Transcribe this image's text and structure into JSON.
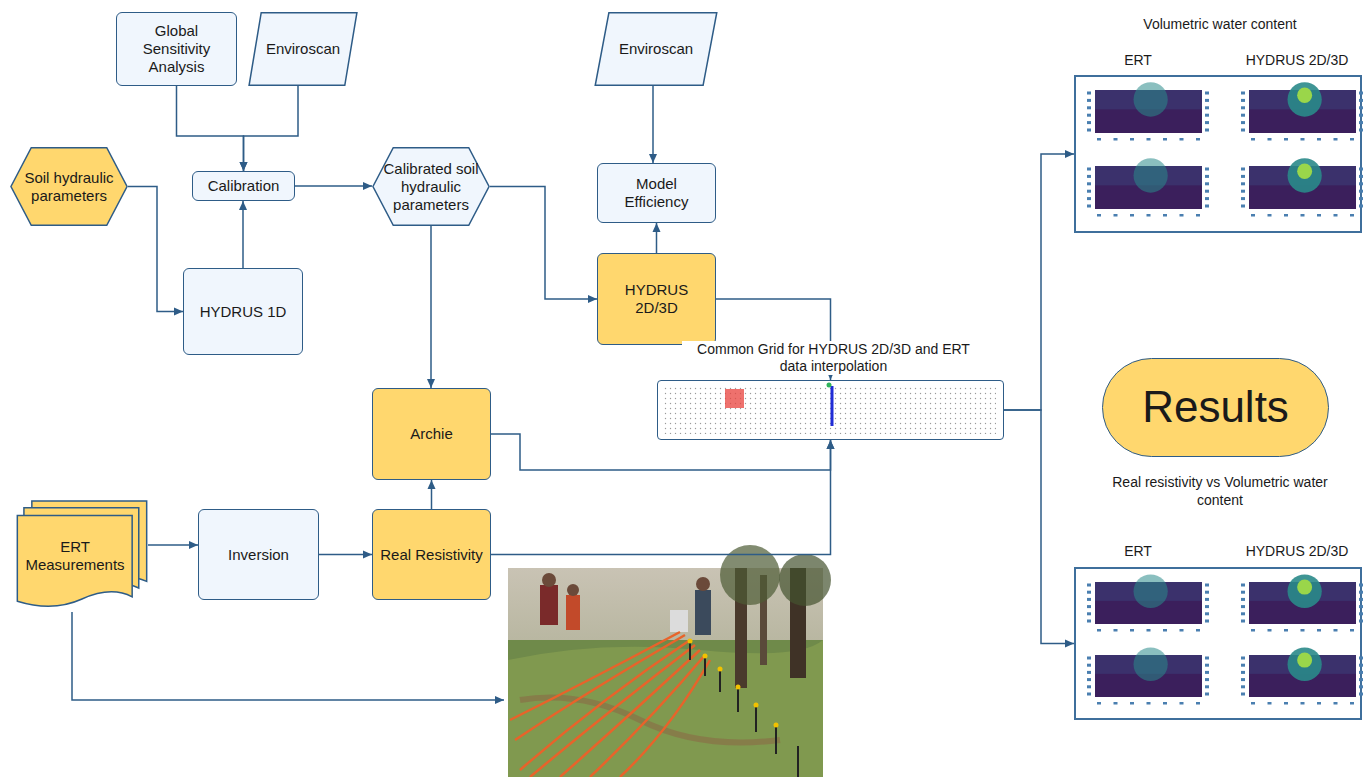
{
  "diagram": {
    "nodes": [
      {
        "text": [
          "Global Sensitivity Analysis"
        ]
      },
      {
        "text": [
          "Enviroscan"
        ]
      },
      {
        "text": [
          "Soil hydraulic parameters"
        ]
      },
      {
        "text": [
          "Calibration"
        ]
      },
      {
        "text": [
          "Calibrated soil hydraulic parameters"
        ]
      },
      {
        "text": [
          "Enviroscan"
        ]
      },
      {
        "text": [
          "Model Efficiency"
        ]
      },
      {
        "text": [
          "HYDRUS 1D"
        ]
      },
      {
        "text": [
          "HYDRUS 2D/3D"
        ]
      },
      {
        "text": [
          "Archie"
        ]
      },
      {
        "text": [
          "Common Grid for HYDRUS 2D/3D and ERT data interpolation"
        ]
      },
      {
        "text": [
          "ERT Measurements"
        ]
      },
      {
        "text": [
          "Inversion"
        ]
      },
      {
        "text": [
          "Real Resistivity"
        ]
      },
      {
        "text": [
          "Results"
        ]
      },
      {
        "text": [
          "Volumetric water content",
          "ERT",
          "HYDRUS 2D/3D"
        ]
      },
      {
        "text": [
          "Real resistivity vs Volumetric water content",
          "ERT",
          "HYDRUS 2D/3D"
        ]
      }
    ],
    "edges": [
      {
        "from": 0,
        "to": 3,
        "arrow": "to"
      },
      {
        "from": 1,
        "to": 3,
        "arrow": "to"
      },
      {
        "from": 2,
        "to": 7,
        "arrow": "to"
      },
      {
        "from": 7,
        "to": 3,
        "arrow": "to"
      },
      {
        "from": 3,
        "to": 4,
        "arrow": "to"
      },
      {
        "from": 4,
        "to": 8,
        "arrow": "to"
      },
      {
        "from": 4,
        "to": 9,
        "arrow": "to"
      },
      {
        "from": 5,
        "to": 6,
        "arrow": "to"
      },
      {
        "from": 8,
        "to": 6,
        "arrow": "to"
      },
      {
        "from": 8,
        "to": 10,
        "arrow": "to"
      },
      {
        "from": 9,
        "to": 10,
        "arrow": "to"
      },
      {
        "from": 13,
        "to": 10,
        "arrow": "to"
      },
      {
        "from": 11,
        "to": 12,
        "arrow": "to"
      },
      {
        "from": 12,
        "to": 13,
        "arrow": "to"
      },
      {
        "from": 13,
        "to": 9,
        "arrow": "to"
      },
      {
        "from": 10,
        "to": 15,
        "arrow": "to"
      },
      {
        "from": 10,
        "to": 16,
        "arrow": "to"
      }
    ]
  }
}
